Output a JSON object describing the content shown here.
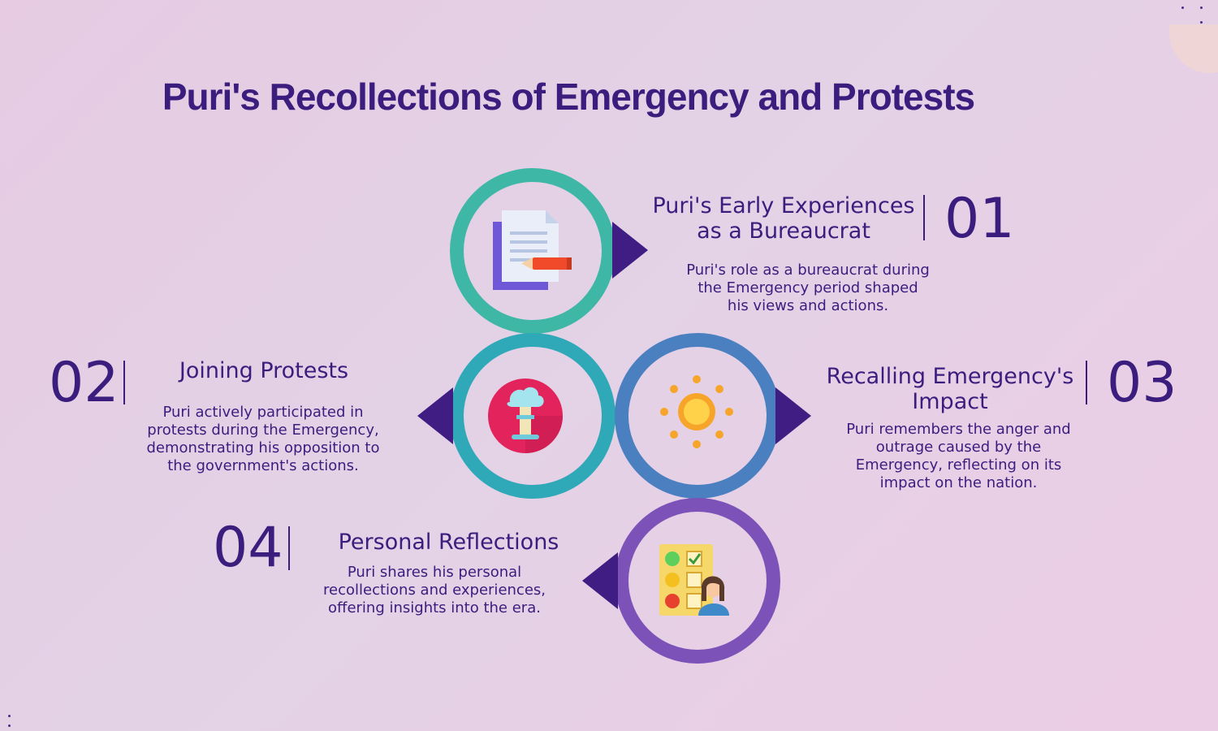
{
  "title": "Puri's Recollections of Emergency and Protests",
  "steps": [
    {
      "number": "01",
      "heading": "Puri's Early Experiences as a Bureaucrat",
      "description": "Puri's role as a bureaucrat during the Emergency period shaped his views and actions.",
      "icon": "document-pencil-icon",
      "ring_color": "#3eb7a6"
    },
    {
      "number": "02",
      "heading": "Joining Protests",
      "description": "Puri actively participated in protests during the Emergency, demonstrating his opposition to the government's actions.",
      "icon": "explosion-icon",
      "ring_color": "#2fa8b8"
    },
    {
      "number": "03",
      "heading": "Recalling Emergency's Impact",
      "description": "Puri remembers the anger and outrage caused by the Emergency, reflecting on its impact on the nation.",
      "icon": "sun-icon",
      "ring_color": "#4a7fc0"
    },
    {
      "number": "04",
      "heading": "Personal Reflections",
      "description": "Puri shares his personal recollections and experiences, offering insights into the era.",
      "icon": "feedback-person-icon",
      "ring_color": "#7d52b8"
    }
  ],
  "colors": {
    "text": "#3b1d7e",
    "arrow": "#3f1d82"
  }
}
